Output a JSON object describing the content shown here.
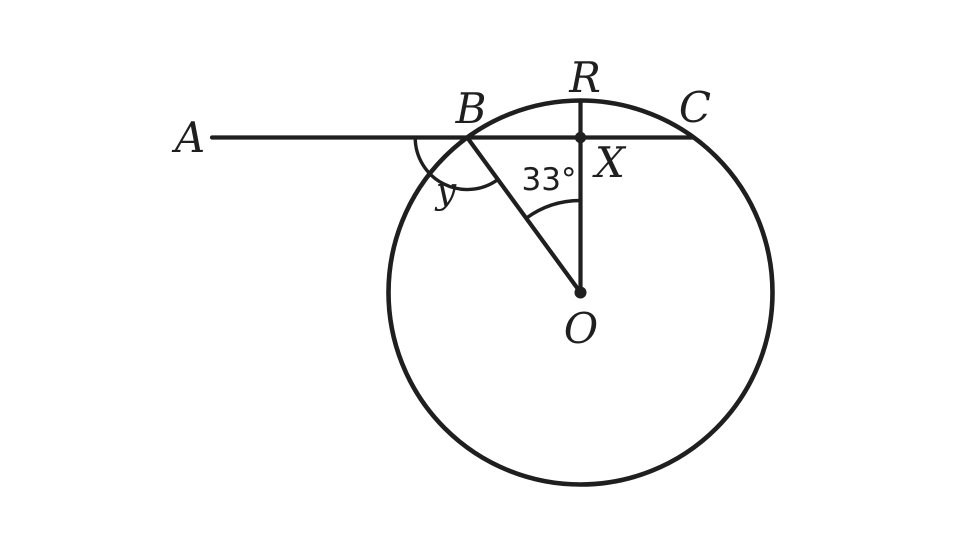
{
  "figure": {
    "type": "circle-geometry-diagram",
    "colors": {
      "stroke": "#1f1f1f",
      "background": "#ffffff"
    },
    "labels": {
      "A": "A",
      "B": "B",
      "R": "R",
      "C": "C",
      "X": "X",
      "O": "O"
    },
    "angles": {
      "center_angle": "33°",
      "exterior_angle": "y"
    }
  }
}
